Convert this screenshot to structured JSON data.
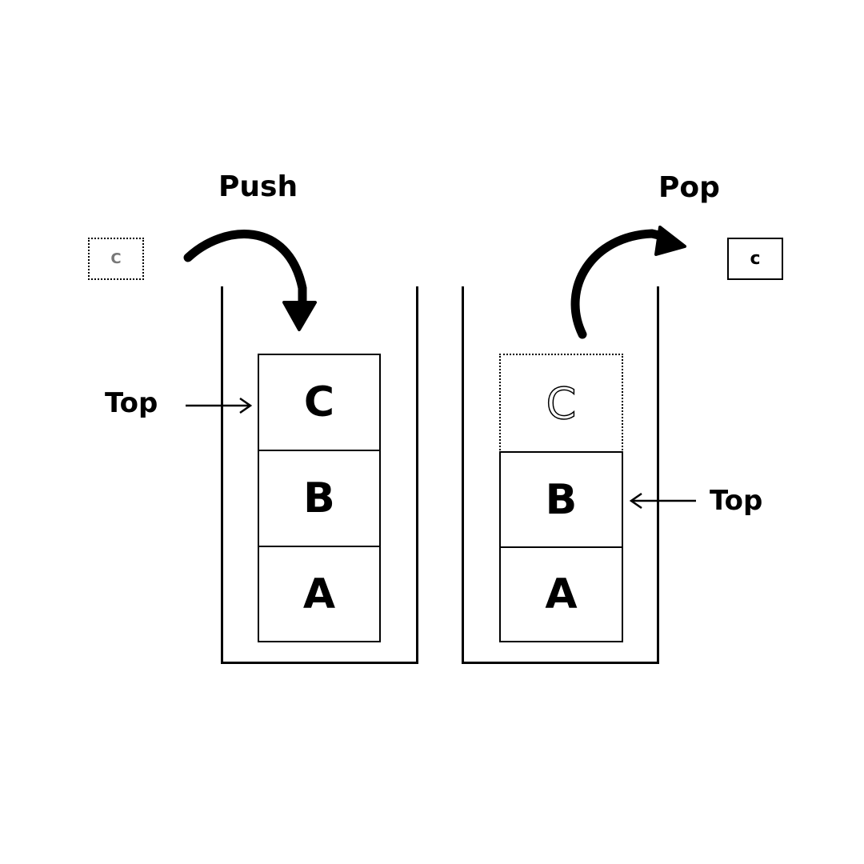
{
  "push": {
    "label": "Push",
    "incoming_item": "C",
    "top_label": "Top",
    "stack": [
      "C",
      "B",
      "A"
    ]
  },
  "pop": {
    "label": "Pop",
    "outgoing_item": "c",
    "top_label": "Top",
    "removed_item": "C",
    "stack": [
      "B",
      "A"
    ]
  }
}
